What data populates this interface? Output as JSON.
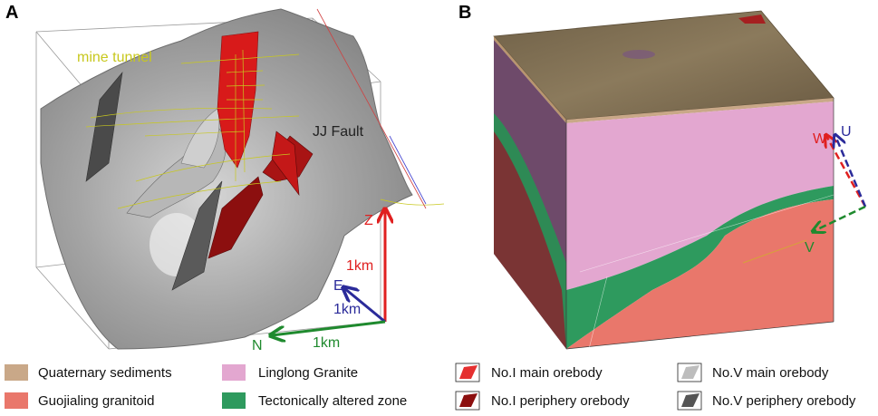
{
  "panels": {
    "a_label": "A",
    "b_label": "B"
  },
  "panel_a": {
    "mine_tunnel": "mine tunnel",
    "jj_fault": "JJ Fault",
    "axis_z": "Z",
    "axis_e": "E",
    "axis_n": "N",
    "scale_z": "1km",
    "scale_e": "1km",
    "scale_n": "1km"
  },
  "panel_b": {
    "axis_w": "W",
    "axis_u": "U",
    "axis_v": "V"
  },
  "legend": {
    "quaternary": {
      "label": "Quaternary sediments",
      "color": "#c9a888"
    },
    "guojialing": {
      "label": "Guojialing granitoid",
      "color": "#e9776b"
    },
    "linglong": {
      "label": "Linglong Granite",
      "color": "#e3a7d0"
    },
    "tectonic": {
      "label": "Tectonically altered zone",
      "color": "#2e9a5e"
    },
    "no1_main": {
      "label": "No.I main orebody",
      "color": "#e53030"
    },
    "no1_periphery": {
      "label": "No.I periphery orebody",
      "color": "#8c0f0f"
    },
    "no5_main": {
      "label": "No.V main orebody",
      "color": "#bdbdbd"
    },
    "no5_periphery": {
      "label": "No.V periphery orebody",
      "color": "#555555"
    }
  },
  "colors": {
    "surface_gray": "#8a8a8a",
    "tunnel_yellow": "#c8c81e",
    "arrow_red": "#e02020",
    "arrow_blue": "#2b2b9a",
    "arrow_green": "#1f8a2e",
    "top_brown": "#7a6a4f"
  }
}
